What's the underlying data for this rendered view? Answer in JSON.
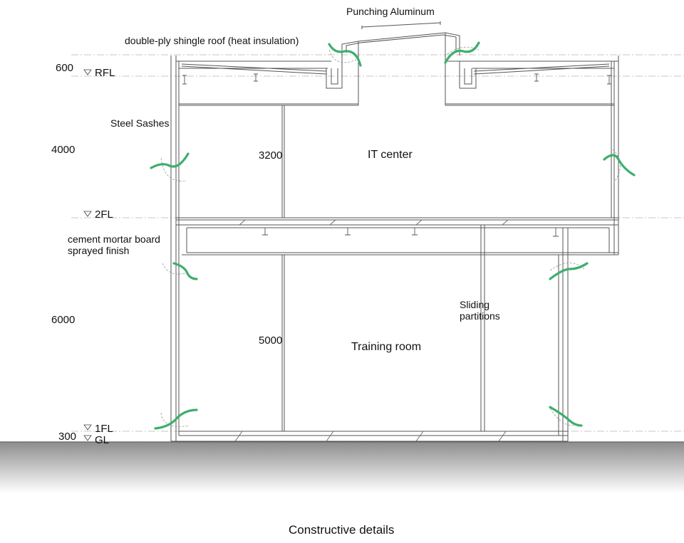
{
  "caption": "Constructive details",
  "labels": {
    "punching_aluminum": "Punching Aluminum",
    "shingle_roof": "double-ply shingle roof (heat insulation)",
    "steel_sashes": "Steel Sashes",
    "cement_board_line1": "cement mortar board",
    "cement_board_line2": "sprayed finish",
    "sliding_line1": "Sliding",
    "sliding_line2": "partitions"
  },
  "rooms": {
    "upper": "IT center",
    "lower": "Training room"
  },
  "levels": {
    "rfl": "RFL",
    "fl2": "2FL",
    "fl1": "1FL",
    "gl": "GL"
  },
  "dimensions": {
    "parapet": "600",
    "upper_floor": "4000",
    "lower_floor": "6000",
    "plinth": "300",
    "upper_ceiling": "3200",
    "lower_ceiling": "5000"
  },
  "colors": {
    "leaf_green": "#3dae6b",
    "line": "#555555",
    "ground_top": "#8d8d8d",
    "ground_bottom": "#ffffff"
  }
}
